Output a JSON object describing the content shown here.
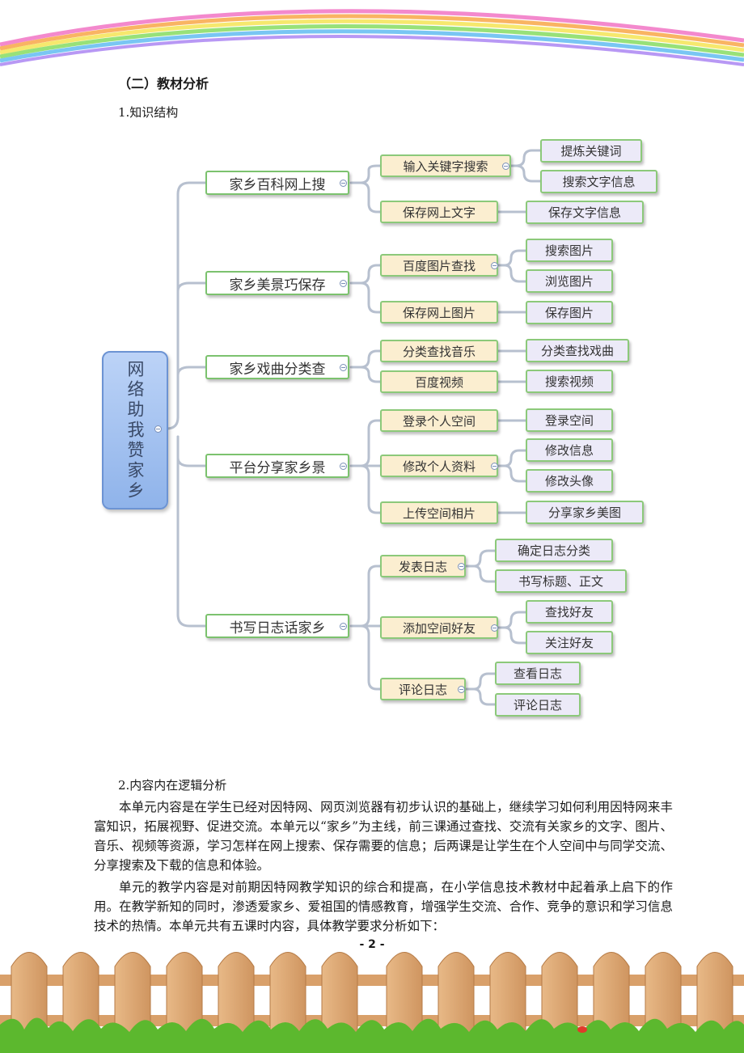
{
  "section_title": "（二）教材分析",
  "subheading1": "1.知识结构",
  "mindmap": {
    "root": "网络助我赞家乡",
    "branches": [
      {
        "label": "家乡百科网上搜",
        "children": [
          {
            "label": "输入关键字搜索",
            "children": [
              "提炼关键词",
              "搜索文字信息"
            ]
          },
          {
            "label": "保存网上文字",
            "children": [
              "保存文字信息"
            ]
          }
        ]
      },
      {
        "label": "家乡美景巧保存",
        "children": [
          {
            "label": "百度图片查找",
            "children": [
              "搜索图片",
              "浏览图片"
            ]
          },
          {
            "label": "保存网上图片",
            "children": [
              "保存图片"
            ]
          }
        ]
      },
      {
        "label": "家乡戏曲分类查",
        "children": [
          {
            "label": "分类查找音乐",
            "children": [
              "分类查找戏曲"
            ]
          },
          {
            "label": "百度视频",
            "children": [
              "搜索视频"
            ]
          }
        ]
      },
      {
        "label": "平台分享家乡景",
        "children": [
          {
            "label": "登录个人空间",
            "children": [
              "登录空间"
            ]
          },
          {
            "label": "修改个人资料",
            "children": [
              "修改信息",
              "修改头像"
            ]
          },
          {
            "label": "上传空间相片",
            "children": [
              "分享家乡美图"
            ]
          }
        ]
      },
      {
        "label": "书写日志话家乡",
        "children": [
          {
            "label": "发表日志",
            "children": [
              "确定日志分类",
              "书写标题、正文"
            ]
          },
          {
            "label": "添加空间好友",
            "children": [
              "查找好友",
              "关注好友"
            ]
          },
          {
            "label": "评论日志",
            "children": [
              "查看日志",
              "评论日志"
            ]
          }
        ]
      }
    ]
  },
  "subheading2": "2.内容内在逻辑分析",
  "paragraph1": "本单元内容是在学生已经对因特网、网页浏览器有初步认识的基础上，继续学习如何利用因特网来丰富知识，拓展视野、促进交流。本单元以“家乡”为主线，前三课通过查找、交流有关家乡的文字、图片、音乐、视频等资源，学习怎样在网上搜索、保存需要的信息；后两课是让学生在个人空间中与同学交流、分享搜索及下载的信息和体验。",
  "paragraph2": "单元的教学内容是对前期因特网教学知识的综合和提高，在小学信息技术教材中起着承上启下的作用。在教学新知的同时，渗透爱家乡、爱祖国的情感教育，增强学生交流、合作、竞争的意识和学习信息技术的热情。本单元共有五课时内容，具体教学要求分析如下：",
  "page_number": "- 2 -"
}
